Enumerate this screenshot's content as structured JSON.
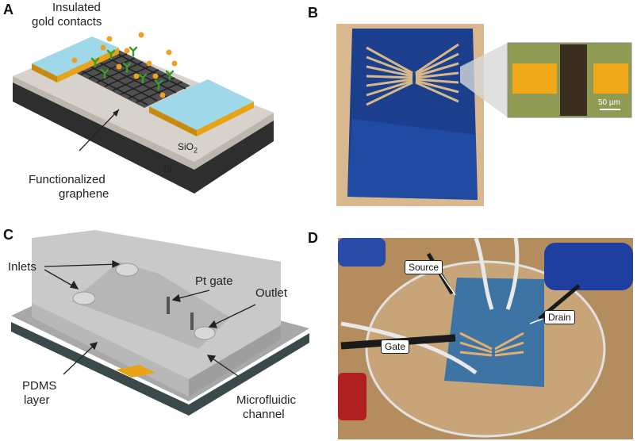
{
  "panels": {
    "a": {
      "letter": "A",
      "labels": {
        "insulated": "Insulated",
        "gold_contacts": "gold contacts",
        "sio2_main": "SiO",
        "sio2_sub": "2",
        "si": "Si",
        "functionalized": "Functionalized",
        "graphene": "graphene"
      }
    },
    "b": {
      "letter": "B",
      "scale_bar": "50 µm"
    },
    "c": {
      "letter": "C",
      "labels": {
        "inlets": "Inlets",
        "pt_gate": "Pt gate",
        "outlet": "Outlet",
        "pdms": "PDMS",
        "layer": "layer",
        "microfluidic": "Microfluidic",
        "channel": "channel"
      }
    },
    "d": {
      "letter": "D",
      "labels": {
        "source": "Source",
        "drain": "Drain",
        "gate": "Gate"
      }
    }
  },
  "colors": {
    "gold": "#e8a317",
    "contact_top": "#9fd8e8",
    "graphene": "#222222",
    "substrate_top": "#d7d2cc",
    "substrate_side": "#2e2e2e",
    "chip_blue": "#1b3f8c",
    "pdms": "#c9c9c9",
    "particle": "#f0a020",
    "antibody": "#3a9a2a"
  }
}
